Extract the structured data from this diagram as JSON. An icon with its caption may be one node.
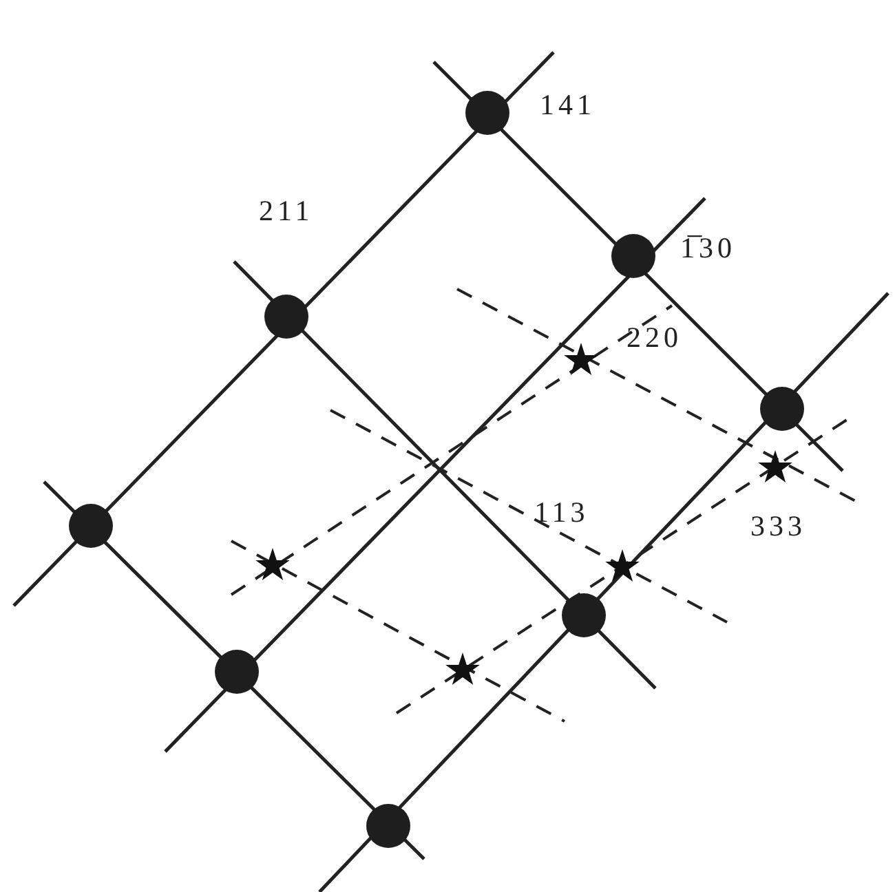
{
  "diagram": {
    "labels": [
      "141",
      "211",
      "1̅30",
      "220",
      "113",
      "333"
    ]
  }
}
